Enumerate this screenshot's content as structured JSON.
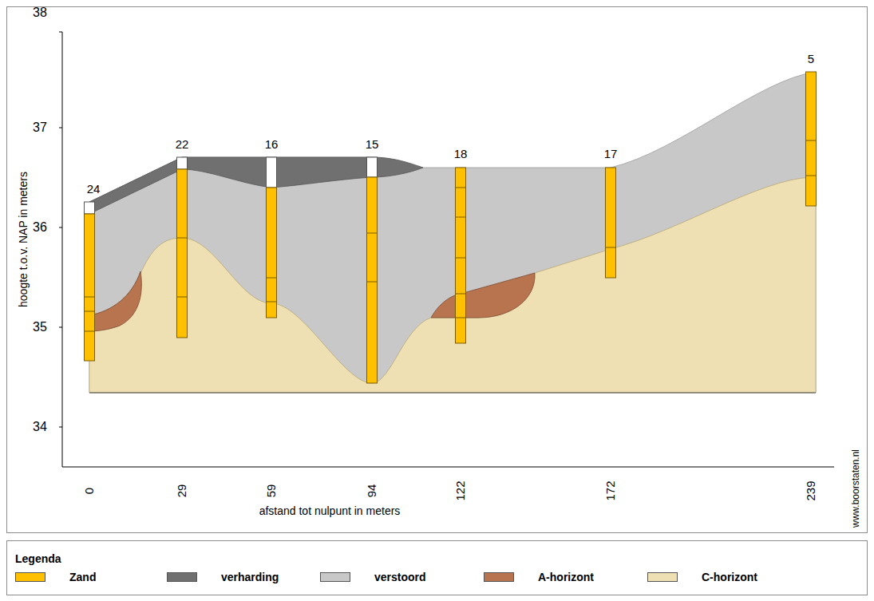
{
  "diagram": {
    "nodes": [
      {
        "text": [
          "Legenda"
        ]
      }
    ],
    "labels": [
      "38",
      "37",
      "36",
      "35",
      "34",
      "hoogte t.o.v. NAP in meters",
      "0",
      "29",
      "59",
      "94",
      "122",
      "172",
      "239",
      "afstand tot nulpunt in meters",
      "24",
      "22",
      "16",
      "15",
      "18",
      "17",
      "5",
      "www.boorstaten.nl"
    ],
    "legend": [
      {
        "text": "Zand",
        "color": "#ffc000"
      },
      {
        "text": "verharding",
        "color": "#707070"
      },
      {
        "text": "verstoord",
        "color": "#c8c8c8"
      },
      {
        "text": "A-horizont",
        "color": "#b8734f"
      },
      {
        "text": "C-horizont",
        "color": "#eee0b2"
      }
    ]
  }
}
